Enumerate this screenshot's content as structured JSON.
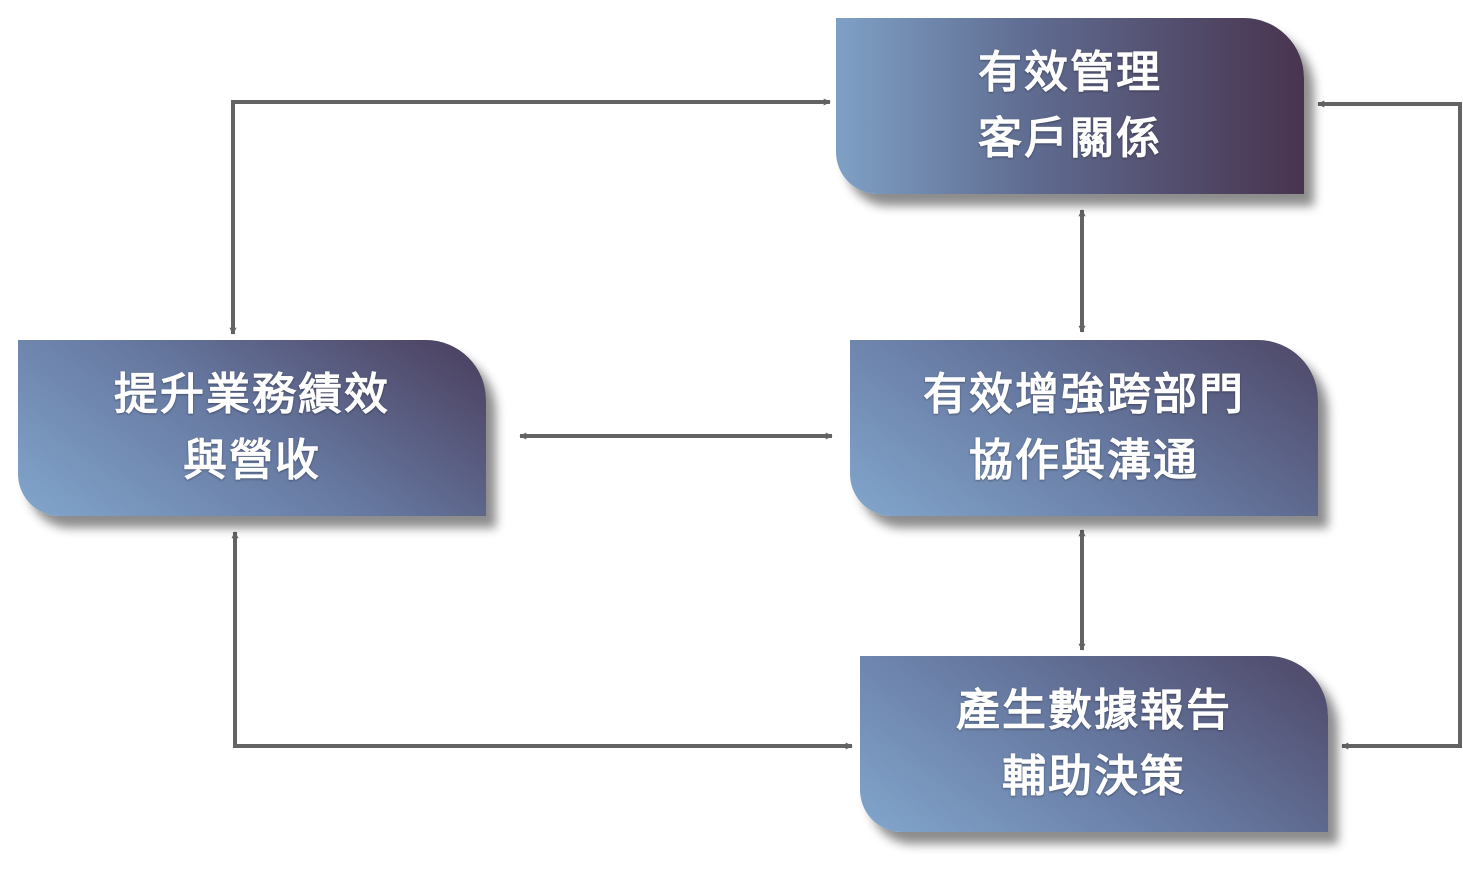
{
  "nodes": {
    "top": {
      "line1": "有效管理",
      "line2": "客戶關係"
    },
    "left": {
      "line1": "提升業務績效",
      "line2": "與營收"
    },
    "middle": {
      "line1": "有效增強跨部門",
      "line2": "協作與溝通"
    },
    "bottom": {
      "line1": "產生數據報告",
      "line2": "輔助決策"
    }
  },
  "colors": {
    "arrow": "#636363",
    "box_light": "#82a6cc",
    "box_dark": "#48344f",
    "text": "#ffffff"
  }
}
